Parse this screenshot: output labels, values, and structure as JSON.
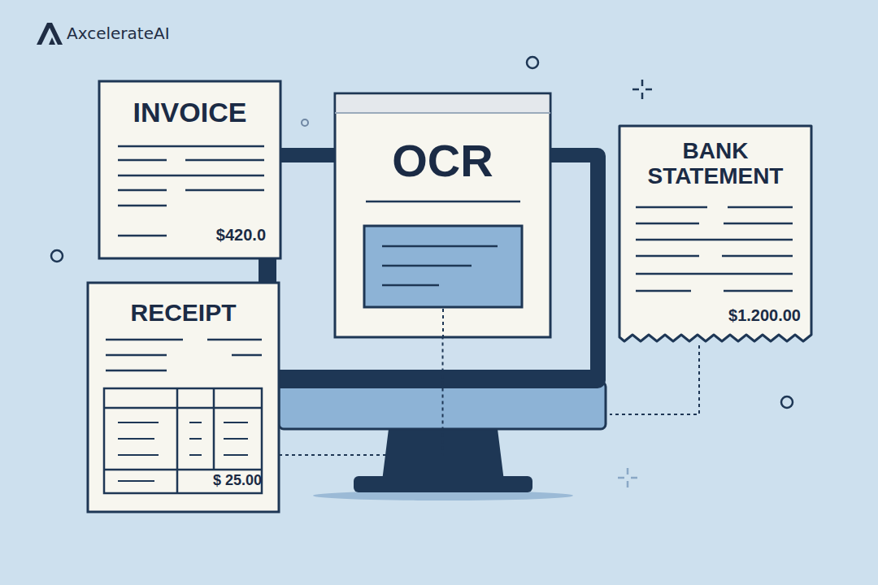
{
  "diagram": {
    "nodes": [
      {
        "text": [
          "INVOICE",
          "$420.0"
        ]
      },
      {
        "text": [
          "OCR"
        ]
      },
      {
        "text": [
          "RECEIPT",
          "$ 25.00"
        ]
      },
      {
        "text": [
          "BANK STATEMENT",
          "$1.200.00"
        ]
      }
    ],
    "edges": [
      {
        "from": 2,
        "to": 1,
        "arrow": "none"
      }
    ],
    "labels": [
      "AxcelerateAI"
    ]
  }
}
